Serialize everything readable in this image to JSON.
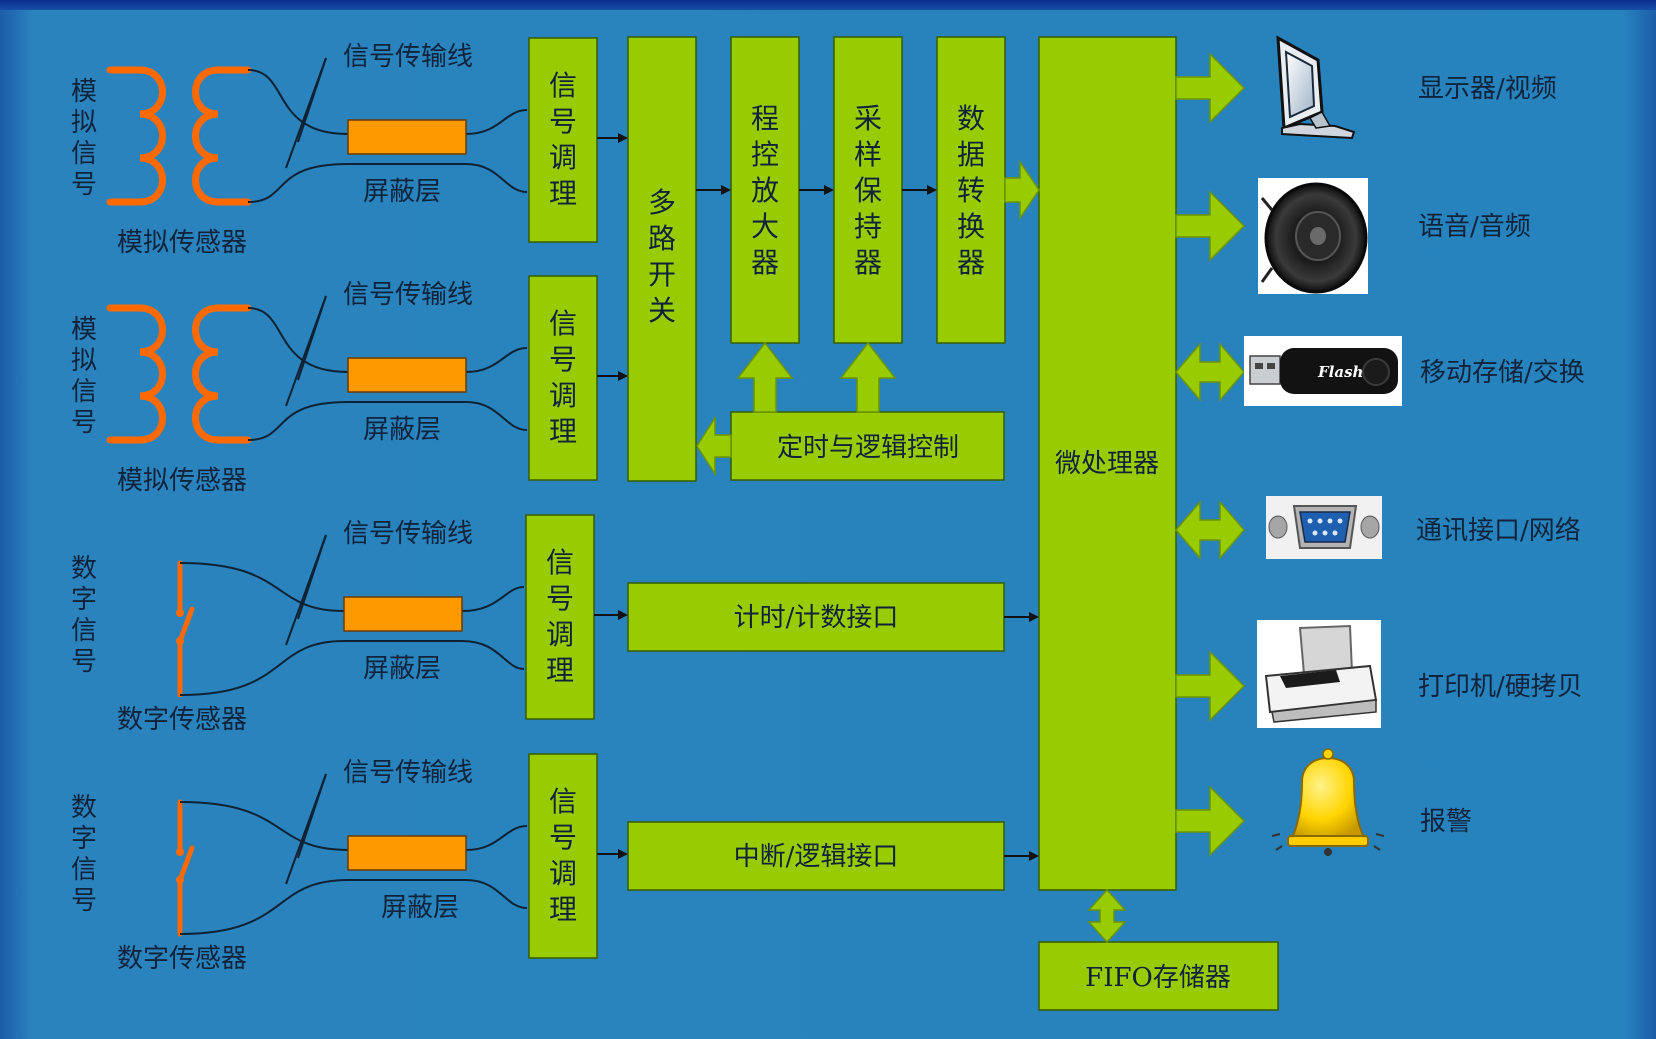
{
  "sensors": [
    {
      "side_label": "模拟信号",
      "sensor_label": "模拟传感器",
      "type": "analog",
      "wire_label": "信号传输线",
      "shield_label": "屏蔽层",
      "conditioner_label": "信号调理"
    },
    {
      "side_label": "模拟信号",
      "sensor_label": "模拟传感器",
      "type": "analog",
      "wire_label": "信号传输线",
      "shield_label": "屏蔽层",
      "conditioner_label": "信号调理"
    },
    {
      "side_label": "数字信号",
      "sensor_label": "数字传感器",
      "type": "digital",
      "wire_label": "信号传输线",
      "shield_label": "屏蔽层",
      "conditioner_label": "信号调理"
    },
    {
      "side_label": "数字信号",
      "sensor_label": "数字传感器",
      "type": "digital",
      "wire_label": "信号传输线",
      "shield_label": "屏蔽层",
      "conditioner_label": "信号调理"
    }
  ],
  "blocks": {
    "mux": "多路开关",
    "pga": "程控放大器",
    "sample_hold": "采样保持器",
    "adc": "数据转换器",
    "timing_logic": "定时与逻辑控制",
    "timer_counter": "计时/计数接口",
    "interrupt_logic": "中断/逻辑接口",
    "cpu": "微处理器",
    "fifo": "FIFO存储器"
  },
  "outputs": [
    {
      "label": "显示器/视频",
      "icon": "monitor-icon",
      "direction": "out"
    },
    {
      "label": "语音/音频",
      "icon": "speaker-icon",
      "direction": "out"
    },
    {
      "label": "移动存储/交换",
      "icon": "usb-flash-icon",
      "direction": "both"
    },
    {
      "label": "通讯接口/网络",
      "icon": "serial-port-icon",
      "direction": "both"
    },
    {
      "label": "打印机/硬拷贝",
      "icon": "printer-icon",
      "direction": "out"
    },
    {
      "label": "报警",
      "icon": "alarm-bell-icon",
      "direction": "out"
    }
  ],
  "usb_brand": "Flash",
  "colors": {
    "background": "#2783bd",
    "block": "#99cc00",
    "shield": "#ff9900",
    "coil": "#ff6a00"
  }
}
